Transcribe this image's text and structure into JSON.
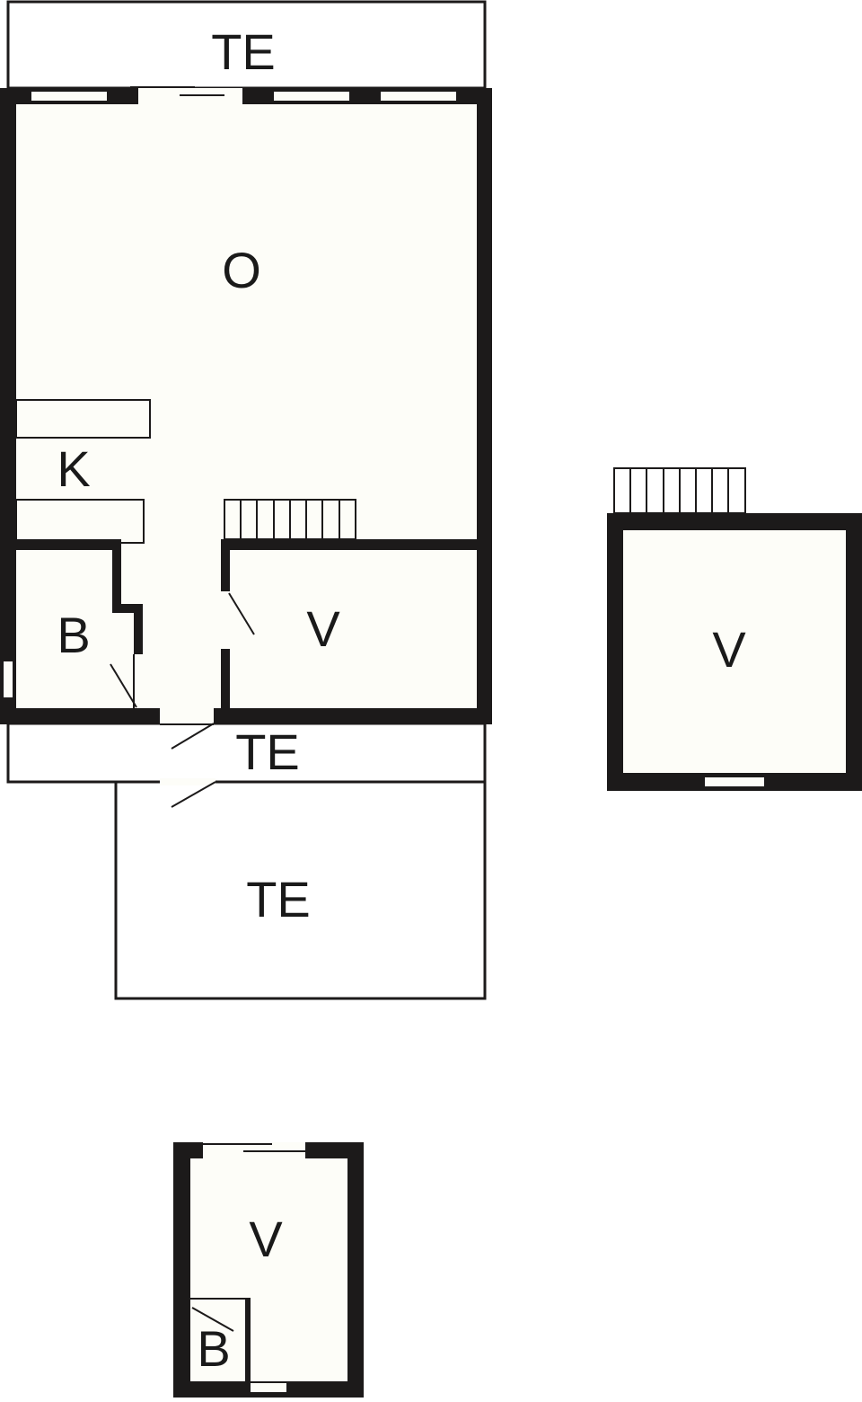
{
  "plan": {
    "rooms": {
      "terrace_top": "TE",
      "living": "O",
      "kitchen": "K",
      "bath_main": "B",
      "bedroom_main": "V",
      "terrace_entry": "TE",
      "terrace_large": "TE",
      "annex_bedroom": "V",
      "guest_bedroom": "V",
      "guest_bath": "B"
    },
    "colors": {
      "wall": "#1c1a1a",
      "floor": "#fdfdf8",
      "background": "#ffffff"
    }
  }
}
